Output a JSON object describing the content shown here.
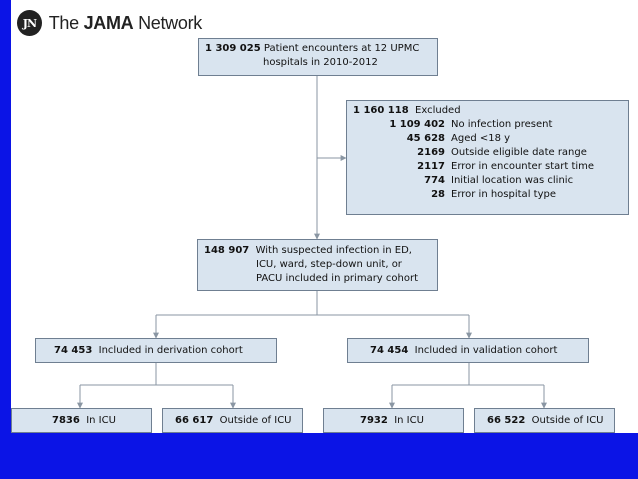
{
  "logo": {
    "mark": "JN",
    "brand_prefix": "The ",
    "brand_bold": "JAMA",
    "brand_suffix": " Network"
  },
  "flow": {
    "top": {
      "count": "1 309 025",
      "text_line1": "Patient encounters at 12 UPMC",
      "text_line2": "hospitals in 2010-2012"
    },
    "excluded": {
      "count": "1 160 118",
      "label": "Excluded",
      "items": [
        {
          "count": "1 109 402",
          "label": "No infection present"
        },
        {
          "count": "45 628",
          "label": "Aged <18 y"
        },
        {
          "count": "2169",
          "label": "Outside eligible date range"
        },
        {
          "count": "2117",
          "label": "Error in encounter start time"
        },
        {
          "count": "774",
          "label": "Initial location was clinic"
        },
        {
          "count": "28",
          "label": "Error in hospital type"
        }
      ]
    },
    "primary": {
      "count": "148 907",
      "line1": "With suspected infection in ED,",
      "line2": "ICU, ward, step-down unit, or",
      "line3": "PACU included in primary cohort"
    },
    "derivation": {
      "count": "74 453",
      "label": "Included in derivation cohort"
    },
    "validation": {
      "count": "74 454",
      "label": "Included in validation cohort"
    },
    "der_icu": {
      "count": "7836",
      "label": "In ICU"
    },
    "der_out": {
      "count": "66 617",
      "label": "Outside of ICU"
    },
    "val_icu": {
      "count": "7932",
      "label": "In ICU"
    },
    "val_out": {
      "count": "66 522",
      "label": "Outside of ICU"
    }
  }
}
